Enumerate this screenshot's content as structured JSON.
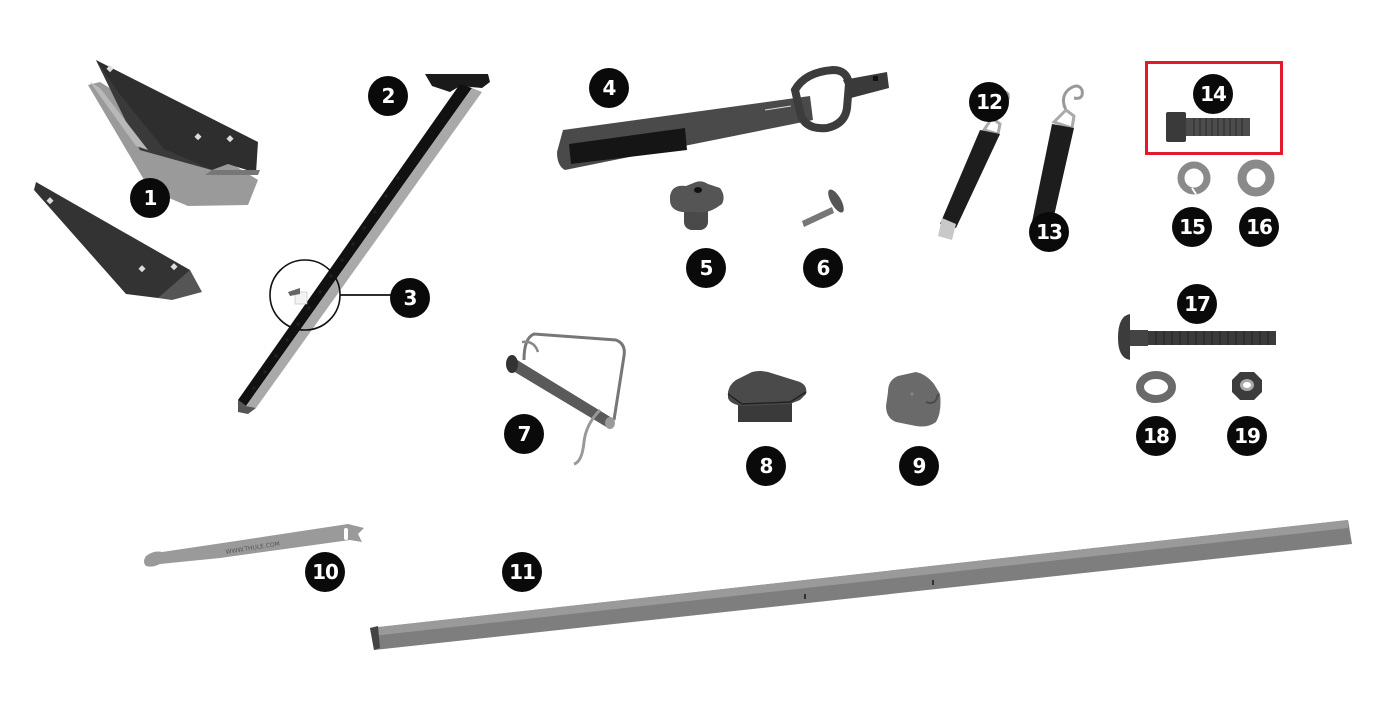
{
  "diagram": {
    "type": "exploded parts diagram",
    "highlight_color": "#e3192c",
    "badge_color": "#0a0a0a",
    "parts": [
      {
        "number": "1",
        "label": "1",
        "description": "mounting bracket plates (pair)"
      },
      {
        "number": "2",
        "label": "2",
        "description": "perforated vertical rail with top plate"
      },
      {
        "number": "3",
        "label": "3",
        "description": "slider clip (callout detail)"
      },
      {
        "number": "4",
        "label": "4",
        "description": "clamp handle / tightening lever"
      },
      {
        "number": "5",
        "label": "5",
        "description": "star knob"
      },
      {
        "number": "6",
        "label": "6",
        "description": "carriage bolt (short)"
      },
      {
        "number": "7",
        "label": "7",
        "description": "lynch / square wire lock pin"
      },
      {
        "number": "8",
        "label": "8",
        "description": "square end cap insert"
      },
      {
        "number": "9",
        "label": "9",
        "description": "rubber end cap"
      },
      {
        "number": "10",
        "label": "10",
        "description": "hook-and-loop cable strap",
        "strap_text": "WWW.THULE.COM"
      },
      {
        "number": "11",
        "label": "11",
        "description": "long square profile bar"
      },
      {
        "number": "12",
        "label": "12",
        "description": "strap with S-hook and buckle"
      },
      {
        "number": "13",
        "label": "13",
        "description": "strap with S-hook"
      },
      {
        "number": "14",
        "label": "14",
        "description": "hex bolt",
        "highlighted": true
      },
      {
        "number": "15",
        "label": "15",
        "description": "spring lock washer"
      },
      {
        "number": "16",
        "label": "16",
        "description": "flat washer"
      },
      {
        "number": "17",
        "label": "17",
        "description": "carriage bolt (long)"
      },
      {
        "number": "18",
        "label": "18",
        "description": "flat washer"
      },
      {
        "number": "19",
        "label": "19",
        "description": "hex nut"
      }
    ]
  }
}
